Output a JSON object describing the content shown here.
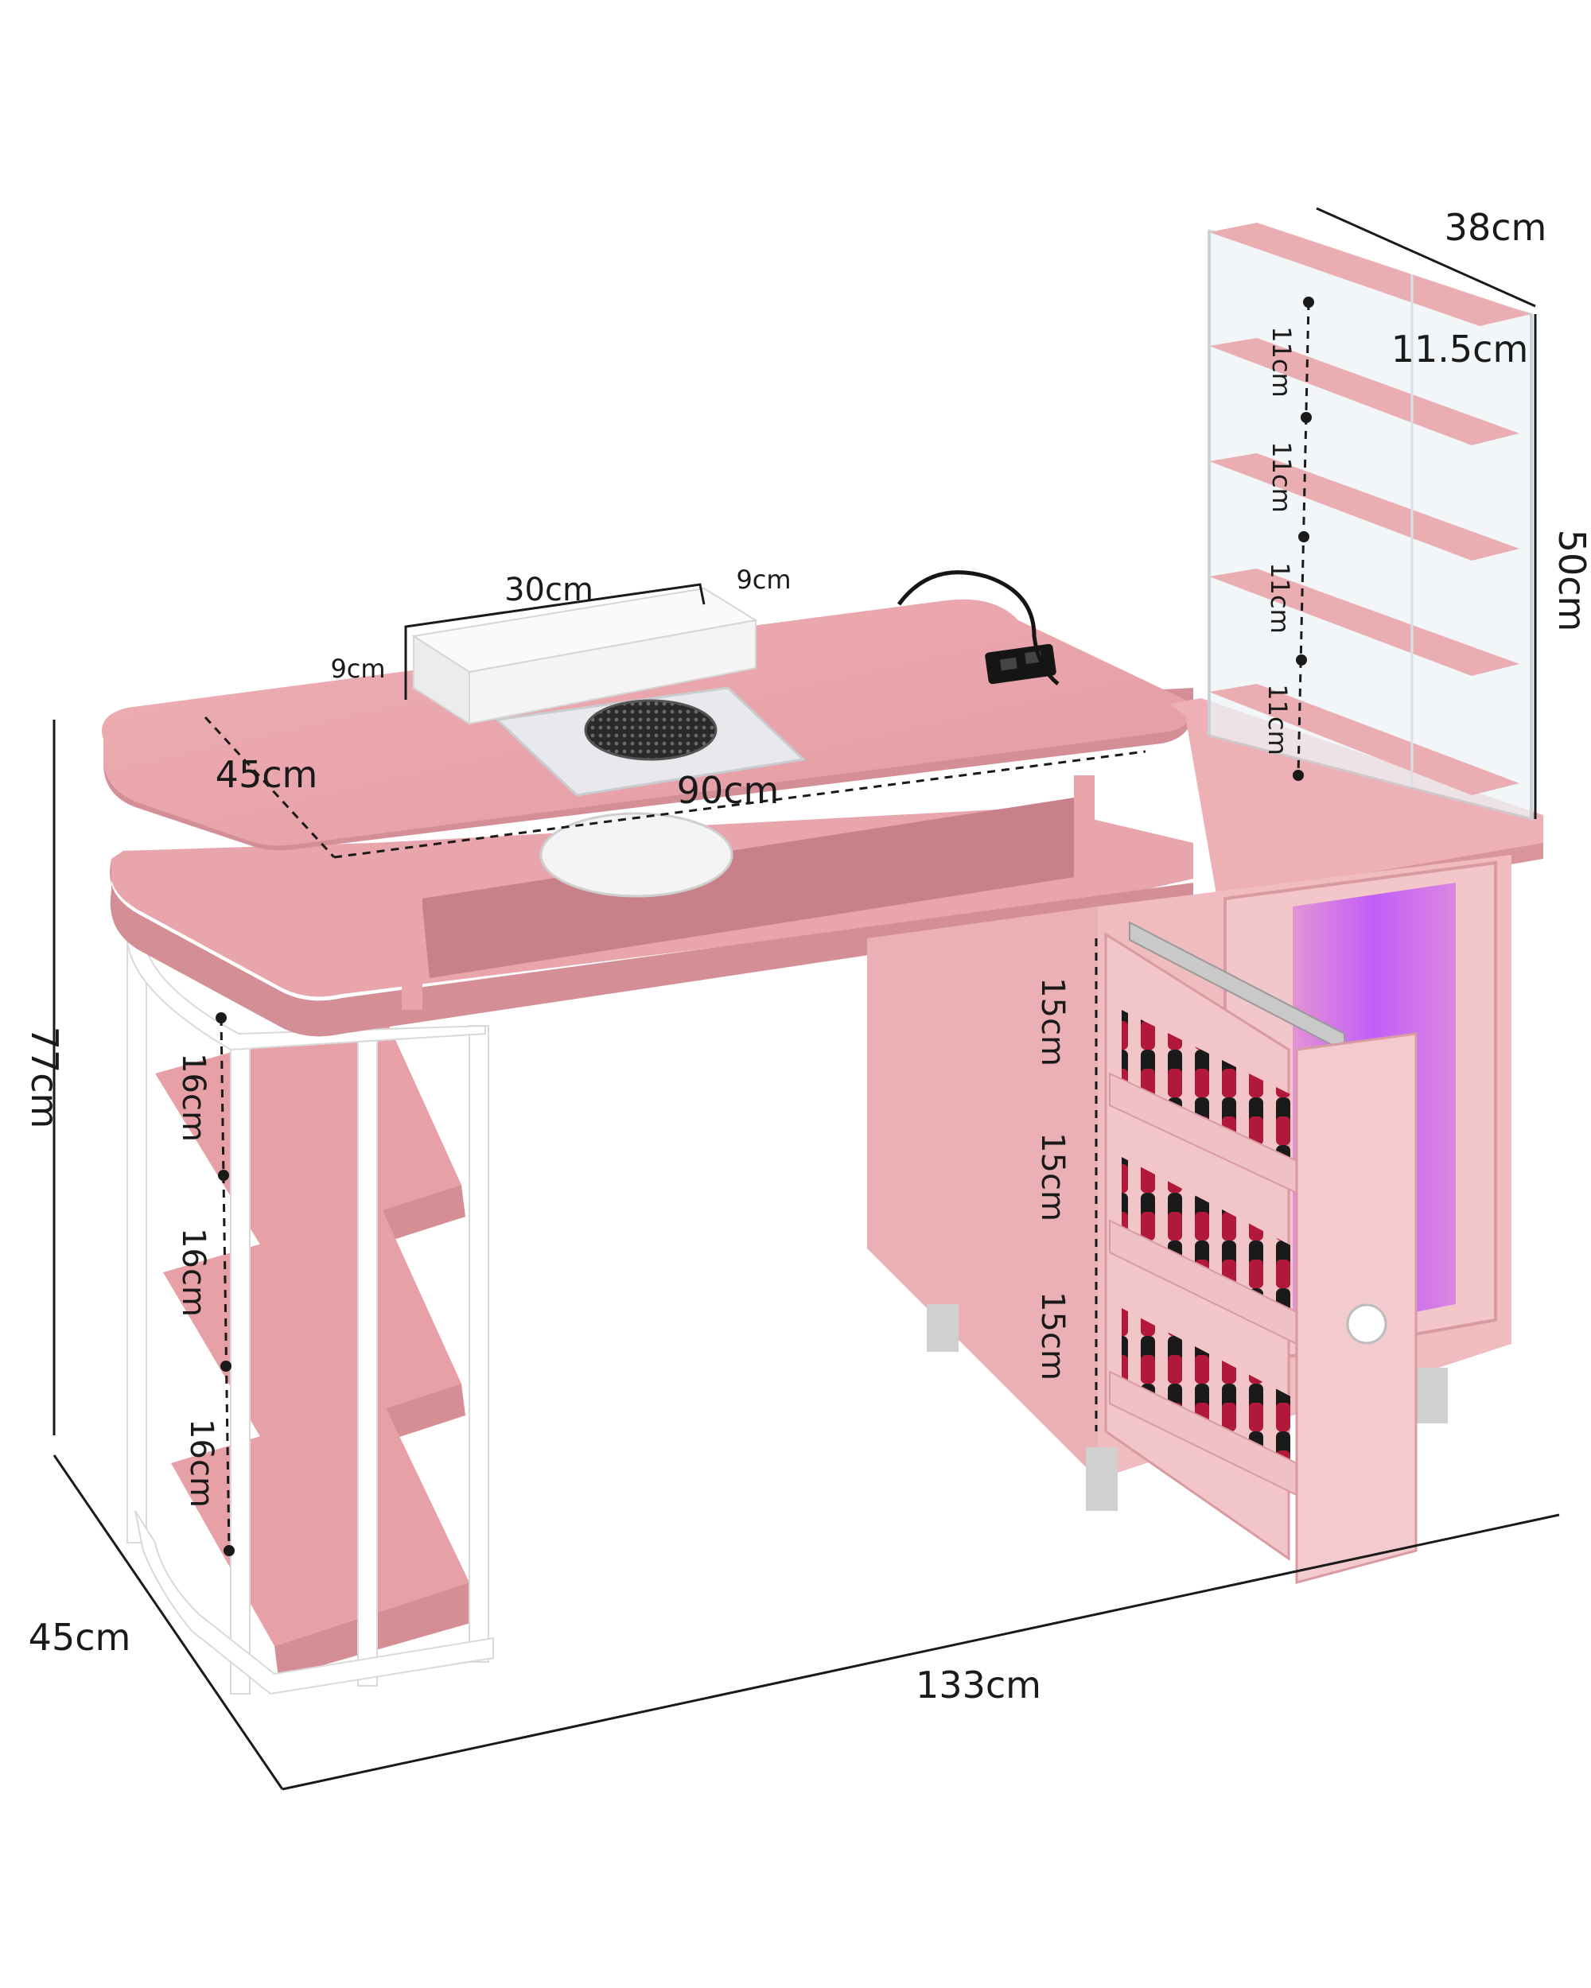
{
  "colors": {
    "background": "#ffffff",
    "desk_pink": "#e8a7ac",
    "desk_pink_dark": "#d48f96",
    "desk_pink_light": "#f2c3c6",
    "frame_white": "#ffffff",
    "acrylic": "#eef3f6",
    "led_purple": "#b94cff",
    "polish_red": "#b0193a",
    "dimension_line": "#1a1a1a"
  },
  "dimensions": {
    "overall_height": "77cm",
    "overall_depth": "45cm",
    "overall_width": "133cm",
    "top_depth": "45cm",
    "top_width": "90cm",
    "armrest_length": "30cm",
    "armrest_height": "9cm",
    "armrest_depth": "9cm",
    "shelf_unit_depth": "38cm",
    "shelf_unit_height": "50cm",
    "shelf_unit_inner_width": "11.5cm",
    "shelf_unit_gaps": [
      "11cm",
      "11cm",
      "11cm",
      "11cm"
    ],
    "left_shelf_gaps": [
      "16cm",
      "16cm",
      "16cm"
    ],
    "drawer_gaps": [
      "15cm",
      "15cm",
      "15cm"
    ]
  },
  "icons": {
    "dust_collector": "fan-grille-icon",
    "power_socket": "power-outlet-icon",
    "drawer_knob": "knob-icon"
  }
}
